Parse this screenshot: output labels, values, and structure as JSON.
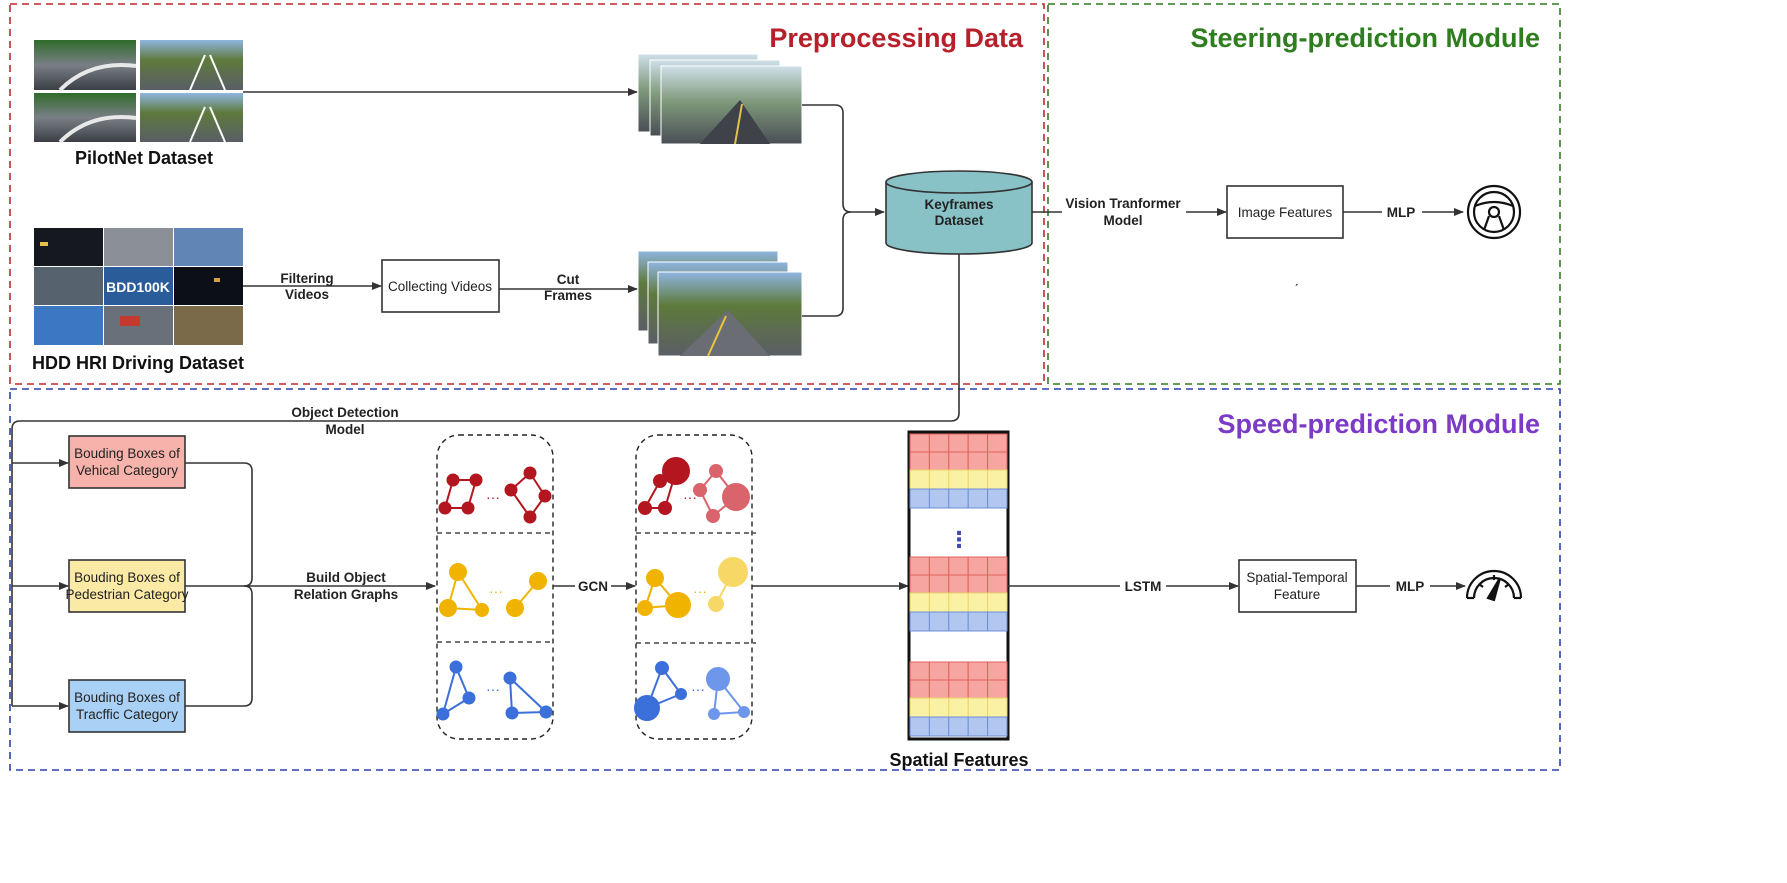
{
  "sections": {
    "preprocessing": {
      "title": "Preprocessing Data",
      "color": "#b5202b"
    },
    "steering": {
      "title": "Steering-prediction Module",
      "color": "#2e7d1f"
    },
    "speed": {
      "title": "Speed-prediction Module",
      "color": "#7b3bc6"
    }
  },
  "datasets": {
    "pilotnet": "PilotNet Dataset",
    "hdd": "HDD HRI Driving Dataset",
    "bdd_logo": "BDD100K"
  },
  "steps": {
    "filtering": [
      "Filtering",
      "Videos"
    ],
    "collecting": "Collecting Videos",
    "cut_frames": [
      "Cut",
      "Frames"
    ],
    "keyframes": [
      "Keyframes",
      "Dataset"
    ],
    "vit": [
      "Vision Tranformer",
      "Model"
    ],
    "image_features": "Image Features",
    "mlp_steer": "MLP",
    "object_detection": [
      "Object Detection",
      "Model"
    ],
    "build_graph": [
      "Build Object",
      "Relation Graphs"
    ],
    "gcn": "GCN",
    "lstm": "LSTM",
    "spatial_temporal": [
      "Spatial-Temporal",
      "Feature"
    ],
    "mlp_speed": "MLP",
    "spatial_features": "Spatial Features",
    "dots": "⋮",
    "stray_tick": "ˏ"
  },
  "boxes": {
    "vehicle": [
      "Bouding Boxes of",
      "Vehical Category"
    ],
    "pedestrian": [
      "Bouding Boxes of",
      "Pedestrian Category"
    ],
    "traffic": [
      "Bouding Boxes of",
      "Tracffic Category"
    ]
  },
  "colors": {
    "vehicle": "#f7b3ab",
    "pedestrian": "#fbeaa5",
    "traffic": "#a9d1f5",
    "graph_red": "#b3161f",
    "graph_red_light": "#d9646c",
    "graph_yellow": "#f0b400",
    "graph_yellow_light": "#f7d766",
    "graph_blue": "#3b6fd9",
    "graph_blue_light": "#6e96ea",
    "cylinder": "#88c2c6",
    "grid_red": "#f6a5a1",
    "grid_yellow": "#fbf1a5",
    "grid_blue": "#b2c7f0"
  },
  "icons": {
    "steer": "steering-wheel-icon",
    "speed": "speedometer-icon"
  }
}
